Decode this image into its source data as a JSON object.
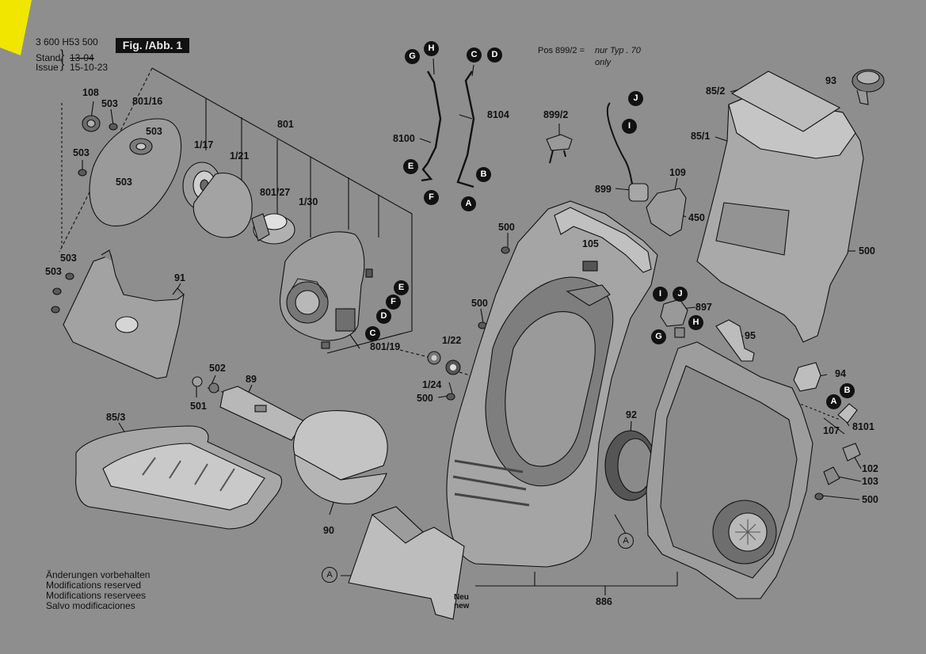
{
  "header": {
    "doc_number": "3 600 H53 500",
    "stand_label": "Stand",
    "stand_value": "13-04",
    "issue_label": "Issue",
    "issue_value": "15-10-23",
    "fig_label": "Fig. /Abb. 1"
  },
  "note": {
    "pos": "Pos 899/2 =",
    "text_1": "nur Typ . 70",
    "text_2": "only"
  },
  "footer": {
    "line_1": "Änderungen vorbehalten",
    "line_2": "Modifications reserved",
    "line_3": "Modifications reservees",
    "line_4": "Salvo modificaciones"
  },
  "parts": {
    "p108": "108",
    "p503a": "503",
    "p801_16": "801/16",
    "p503b": "503",
    "p503c": "503",
    "p503d": "503",
    "p1_17": "1/17",
    "p1_21": "1/21",
    "p801": "801",
    "p801_27": "801/27",
    "p1_30": "1/30",
    "p503e": "503",
    "p503f": "503",
    "p91": "91",
    "p801_19": "801/19",
    "p502": "502",
    "p501": "501",
    "p89": "89",
    "p85_3": "85/3",
    "p90": "90",
    "p8100": "8100",
    "p8104": "8104",
    "p899_2": "899/2",
    "p899": "899",
    "p109": "109",
    "p450": "450",
    "p500a": "500",
    "p105": "105",
    "p500b": "500",
    "p1_22": "1/22",
    "p1_24": "1/24",
    "p500c": "500",
    "p92": "92",
    "p886": "886",
    "p93": "93",
    "p85_2": "85/2",
    "p85_1": "85/1",
    "p500d": "500",
    "p897": "897",
    "p95": "95",
    "p94": "94",
    "p107": "107",
    "p8101": "8101",
    "p102": "102",
    "p103": "103",
    "p500e": "500",
    "neu": "Neu",
    "new": "new"
  },
  "refs": {
    "E": "E",
    "F": "F",
    "D": "D",
    "C": "C",
    "G": "G",
    "H": "H",
    "B": "B",
    "A": "A",
    "I": "I",
    "J": "J"
  },
  "colors": {
    "background": "#8e8e8e",
    "highlight": "#f0e600",
    "ink": "#111111"
  }
}
